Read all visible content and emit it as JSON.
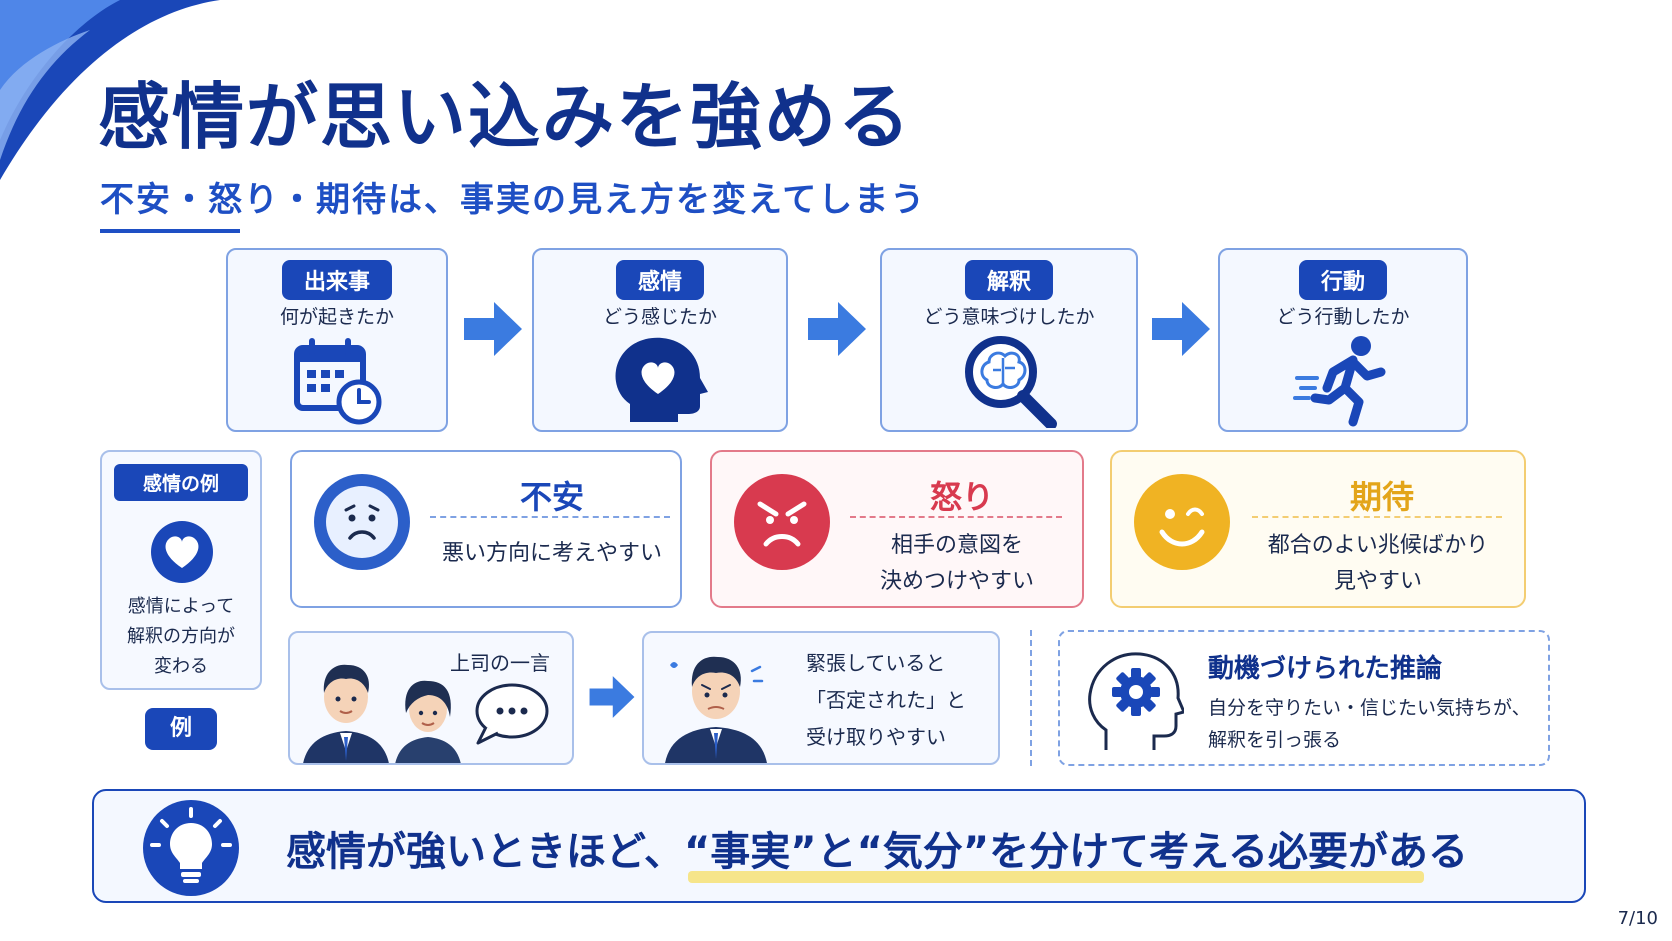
{
  "slide": {
    "title": "感情が思い込みを強める",
    "subtitle": "不安・怒り・期待は、事実の見え方を変えてしまう",
    "page_number": "7/10"
  },
  "flow": [
    {
      "tag": "出来事",
      "sub": "何が起きたか",
      "icon": "calendar-clock-icon"
    },
    {
      "tag": "感情",
      "sub": "どう感じたか",
      "icon": "head-heart-icon"
    },
    {
      "tag": "解釈",
      "sub": "どう意味づけしたか",
      "icon": "brain-magnifier-icon"
    },
    {
      "tag": "行動",
      "sub": "どう行動したか",
      "icon": "running-person-icon"
    }
  ],
  "sidebar": {
    "tag": "感情の例",
    "text_lines": [
      "感情によって",
      "解釈の方向が",
      "変わる"
    ],
    "example_tag": "例"
  },
  "emotions": [
    {
      "name": "不安",
      "lines": [
        "悪い方向に考えやすい"
      ],
      "color": "#2c5fc9",
      "face": "worried-face-icon"
    },
    {
      "name": "怒り",
      "lines": [
        "相手の意図を",
        "決めつけやすい"
      ],
      "color": "#d83a4f",
      "face": "angry-face-icon"
    },
    {
      "name": "期待",
      "lines": [
        "都合のよい兆候ばかり",
        "見やすい"
      ],
      "color": "#f0b323",
      "face": "smiling-face-icon"
    }
  ],
  "example": {
    "scene1_label": "上司の一言",
    "scene2_lines": [
      "緊張していると",
      "「否定された」と",
      "受け取りやすい"
    ]
  },
  "motive": {
    "title": "動機づけられた推論",
    "lines": [
      "自分を守りたい・信じたい気持ちが、",
      "解釈を引っ張る"
    ]
  },
  "banner": {
    "text": "感情が強いときほど、“事実”と“気分”を分けて考える必要がある"
  },
  "colors": {
    "primary": "#10318c",
    "accent": "#1a47b8",
    "anxiety": "#2c5fc9",
    "anger": "#d83a4f",
    "expectation": "#f0b323",
    "highlight": "#f6e58a"
  }
}
